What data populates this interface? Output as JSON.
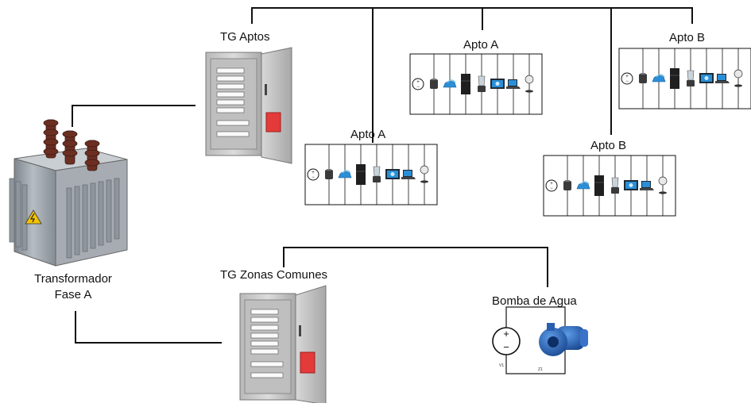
{
  "labels": {
    "tg_aptos": "TG Aptos",
    "tg_zonas": "TG Zonas Comunes",
    "transformer_line1": "Transformador",
    "transformer_line2": "Fase A",
    "bomba": "Bomba de Agua"
  },
  "apartments": [
    {
      "id": "apto-a-upper",
      "label": "Apto A"
    },
    {
      "id": "apto-a-lower",
      "label": "Apto A"
    },
    {
      "id": "apto-b-upper",
      "label": "Apto B"
    },
    {
      "id": "apto-b-lower",
      "label": "Apto B"
    }
  ],
  "appliances": [
    "source-icon",
    "toaster-icon",
    "iron-icon",
    "refrigerator-icon",
    "blender-icon",
    "tv-icon",
    "laptop-icon",
    "fan-icon"
  ],
  "pump_circuit": {
    "source_label": "V1",
    "load_label": "Z1"
  },
  "colors": {
    "wire": "#111111",
    "panel": "#c9c9c9",
    "panel_dark": "#8a8a8a",
    "breaker_red": "#e53a3a",
    "transformer": "#9aa0a6",
    "bushing": "#6b2f22",
    "pump_blue": "#1f5fbf",
    "tv_blue": "#2a8fd6"
  }
}
